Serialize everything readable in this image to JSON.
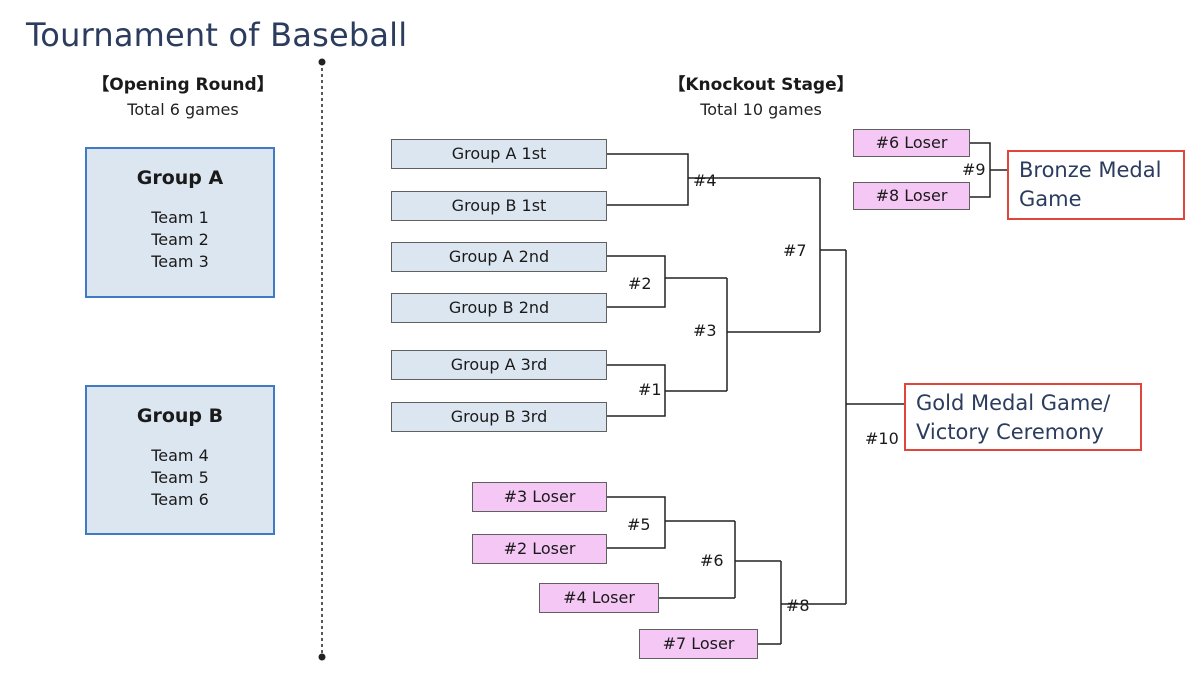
{
  "title": "Tournament of Baseball",
  "opening": {
    "heading": "【Opening Round】",
    "subtitle": "Total 6 games",
    "groups": [
      {
        "name": "Group A",
        "teams": [
          "Team 1",
          "Team 2",
          "Team 3"
        ]
      },
      {
        "name": "Group B",
        "teams": [
          "Team 4",
          "Team 5",
          "Team 6"
        ]
      }
    ]
  },
  "knockout": {
    "heading": "【Knockout Stage】",
    "subtitle": "Total 10 games",
    "seeds": [
      "Group A 1st",
      "Group B 1st",
      "Group A 2nd",
      "Group B 2nd",
      "Group A 3rd",
      "Group B 3rd"
    ],
    "losers": [
      "#3 Loser",
      "#2 Loser",
      "#4 Loser",
      "#7 Loser",
      "#6 Loser",
      "#8 Loser"
    ],
    "games": [
      "#1",
      "#2",
      "#3",
      "#4",
      "#5",
      "#6",
      "#7",
      "#8",
      "#9",
      "#10"
    ],
    "bronze": [
      "Bronze Medal",
      "Game"
    ],
    "gold": [
      "Gold Medal Game/",
      "Victory Ceremony"
    ]
  },
  "colors": {
    "title": "#2b3c5e",
    "group_fill": "#dce6f1",
    "group_border": "#3f7ac2",
    "loser_fill": "#f5c7f5",
    "final_border": "#e0453a"
  }
}
